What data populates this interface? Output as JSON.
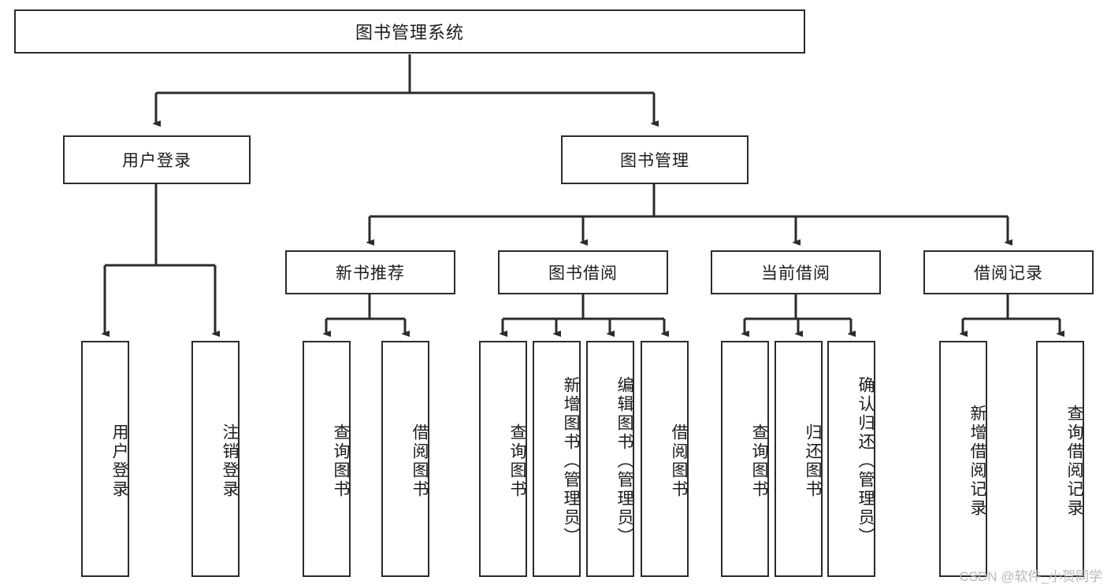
{
  "diagram": {
    "title": "图书管理系统",
    "type": "tree",
    "root": {
      "id": "root",
      "label": "图书管理系统",
      "orientation": "horizontal"
    },
    "level1": [
      {
        "id": "user-login",
        "label": "用户登录",
        "orientation": "horizontal"
      },
      {
        "id": "book-manage",
        "label": "图书管理",
        "orientation": "horizontal"
      }
    ],
    "level2": [
      {
        "id": "new-book-rec",
        "label": "新书推荐",
        "orientation": "horizontal",
        "parent": "book-manage"
      },
      {
        "id": "book-borrow",
        "label": "图书借阅",
        "orientation": "horizontal",
        "parent": "book-manage"
      },
      {
        "id": "current-borrow",
        "label": "当前借阅",
        "orientation": "horizontal",
        "parent": "book-manage"
      },
      {
        "id": "borrow-record",
        "label": "借阅记录",
        "orientation": "horizontal",
        "parent": "book-manage"
      }
    ],
    "leaves": [
      {
        "id": "leaf-user-login",
        "label": "用户登录",
        "orientation": "vertical",
        "parent": "user-login"
      },
      {
        "id": "leaf-logout",
        "label": "注销登录",
        "orientation": "vertical",
        "parent": "user-login"
      },
      {
        "id": "leaf-query-book-1",
        "label": "查询图书",
        "orientation": "vertical",
        "parent": "new-book-rec"
      },
      {
        "id": "leaf-borrow-book-1",
        "label": "借阅图书",
        "orientation": "vertical",
        "parent": "new-book-rec"
      },
      {
        "id": "leaf-query-book-2",
        "label": "查询图书",
        "orientation": "vertical",
        "parent": "book-borrow"
      },
      {
        "id": "leaf-add-book",
        "label": "新增图书（管理员）",
        "orientation": "vertical",
        "parent": "book-borrow"
      },
      {
        "id": "leaf-edit-book",
        "label": "编辑图书（管理员）",
        "orientation": "vertical",
        "parent": "book-borrow"
      },
      {
        "id": "leaf-borrow-book-2",
        "label": "借阅图书",
        "orientation": "vertical",
        "parent": "book-borrow"
      },
      {
        "id": "leaf-query-book-3",
        "label": "查询图书",
        "orientation": "vertical",
        "parent": "current-borrow"
      },
      {
        "id": "leaf-return-book",
        "label": "归还图书",
        "orientation": "vertical",
        "parent": "current-borrow"
      },
      {
        "id": "leaf-confirm-return",
        "label": "确认归还（管理员）",
        "orientation": "vertical",
        "parent": "current-borrow"
      },
      {
        "id": "leaf-add-record",
        "label": "新增借阅记录",
        "orientation": "vertical",
        "parent": "borrow-record"
      },
      {
        "id": "leaf-query-record",
        "label": "查询借阅记录",
        "orientation": "vertical",
        "parent": "borrow-record"
      }
    ]
  },
  "watermark": {
    "text": "CSDN @软件_小贺同学"
  },
  "colors": {
    "stroke": "#2b2b2b",
    "background": "#ffffff",
    "text": "#1c1c1c",
    "watermark": "#b9b9b9"
  }
}
